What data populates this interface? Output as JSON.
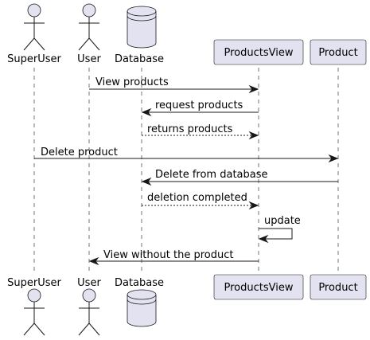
{
  "participants": {
    "superuser": {
      "name": "SuperUser",
      "kind": "actor"
    },
    "user": {
      "name": "User",
      "kind": "actor"
    },
    "database": {
      "name": "Database",
      "kind": "database"
    },
    "productsview": {
      "name": "ProductsView",
      "kind": "participant"
    },
    "product": {
      "name": "Product",
      "kind": "participant"
    }
  },
  "messages": [
    {
      "text": "View products",
      "from": "user",
      "to": "productsview",
      "style": "solid"
    },
    {
      "text": "request products",
      "from": "productsview",
      "to": "database",
      "style": "solid"
    },
    {
      "text": "returns products",
      "from": "database",
      "to": "productsview",
      "style": "dashed"
    },
    {
      "text": "Delete product",
      "from": "superuser",
      "to": "product",
      "style": "solid"
    },
    {
      "text": "Delete from database",
      "from": "product",
      "to": "database",
      "style": "solid"
    },
    {
      "text": "deletion completed",
      "from": "database",
      "to": "productsview",
      "style": "dashed"
    },
    {
      "text": "update",
      "from": "productsview",
      "to": "productsview",
      "style": "solid"
    },
    {
      "text": "View without the product",
      "from": "productsview",
      "to": "user",
      "style": "solid"
    }
  ],
  "colors": {
    "participant_fill": "#E2E2F0",
    "stroke": "#181818"
  }
}
